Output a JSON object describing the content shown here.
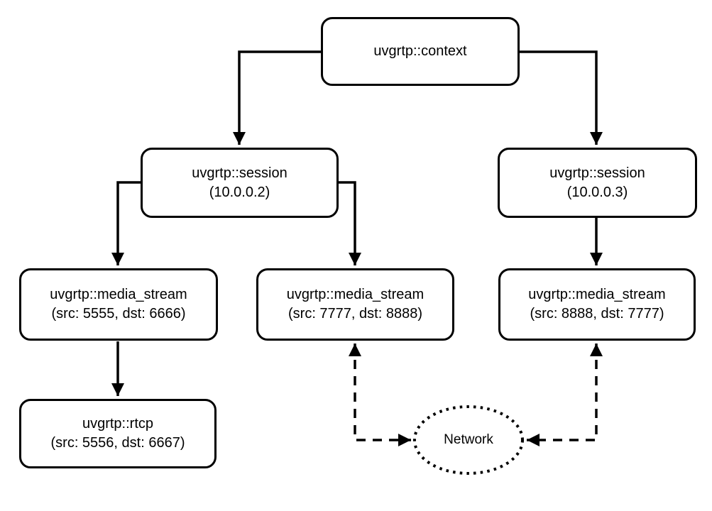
{
  "diagram": {
    "background_color": "#ffffff",
    "stroke_color": "#000000",
    "nodes": {
      "context": {
        "title": "uvgrtp::context"
      },
      "session_left": {
        "title": "uvgrtp::session",
        "subtitle": "(10.0.0.2)"
      },
      "session_right": {
        "title": "uvgrtp::session",
        "subtitle": "(10.0.0.3)"
      },
      "media_stream_left": {
        "title": "uvgrtp::media_stream",
        "subtitle": "(src: 5555, dst: 6666)"
      },
      "media_stream_middle": {
        "title": "uvgrtp::media_stream",
        "subtitle": "(src: 7777, dst: 8888)"
      },
      "media_stream_right": {
        "title": "uvgrtp::media_stream",
        "subtitle": "(src: 8888, dst: 7777)"
      },
      "rtcp": {
        "title": "uvgrtp::rtcp",
        "subtitle": "(src: 5556, dst: 6667)"
      },
      "network": {
        "title": "Network"
      }
    },
    "edges": [
      {
        "from": "context",
        "to": "session_left",
        "style": "solid-arrow"
      },
      {
        "from": "context",
        "to": "session_right",
        "style": "solid-arrow"
      },
      {
        "from": "session_left",
        "to": "media_stream_left",
        "style": "solid-arrow"
      },
      {
        "from": "session_left",
        "to": "media_stream_middle",
        "style": "solid-arrow"
      },
      {
        "from": "session_right",
        "to": "media_stream_right",
        "style": "solid-arrow"
      },
      {
        "from": "media_stream_left",
        "to": "rtcp",
        "style": "solid-arrow"
      },
      {
        "from": "media_stream_middle",
        "to": "network",
        "style": "dashed-double-arrow"
      },
      {
        "from": "media_stream_right",
        "to": "network",
        "style": "dashed-double-arrow"
      }
    ]
  }
}
